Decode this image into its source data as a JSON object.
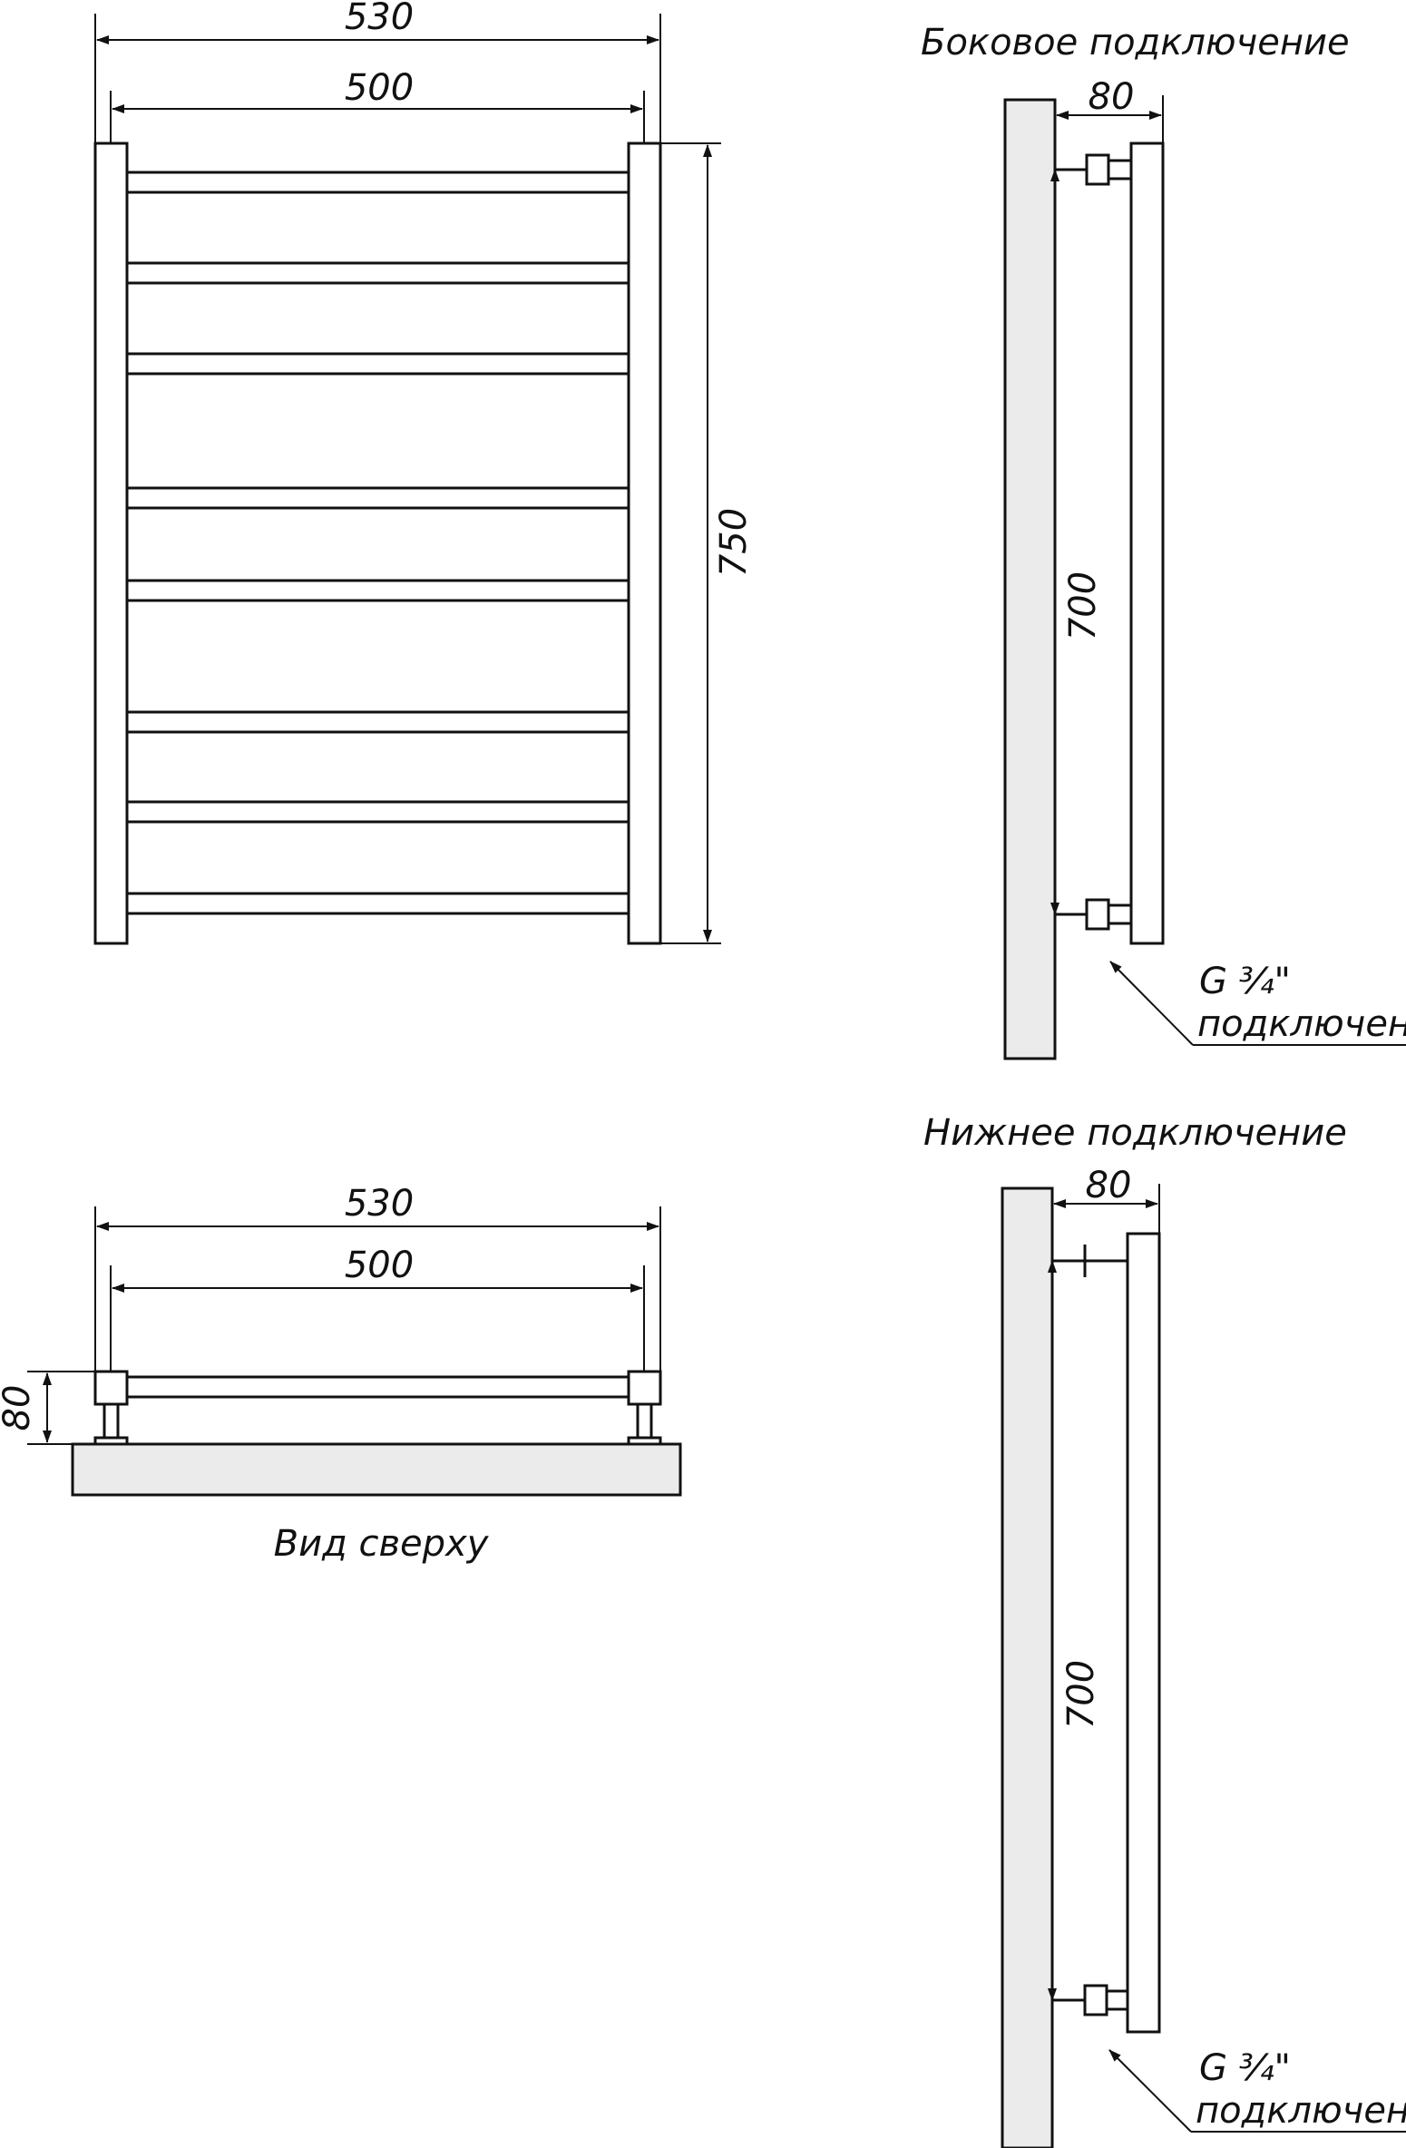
{
  "front_view": {
    "width_outer": "530",
    "width_inner": "500",
    "height": "750",
    "rung_count": 8
  },
  "side_connection": {
    "title": "Боковое подключение",
    "depth": "80",
    "axis_distance": "700",
    "fitting_size": "G ¾\"",
    "fitting_note": "подключение"
  },
  "top_view": {
    "width_outer": "530",
    "width_inner": "500",
    "depth": "80",
    "caption": "Вид сверху"
  },
  "bottom_connection": {
    "title": "Нижнее подключение",
    "depth": "80",
    "axis_distance": "700",
    "fitting_size": "G ¾\"",
    "fitting_note": "подключение"
  },
  "colors": {
    "line": "#111111",
    "wall_fill": "#ebebeb",
    "background": "#ffffff"
  }
}
